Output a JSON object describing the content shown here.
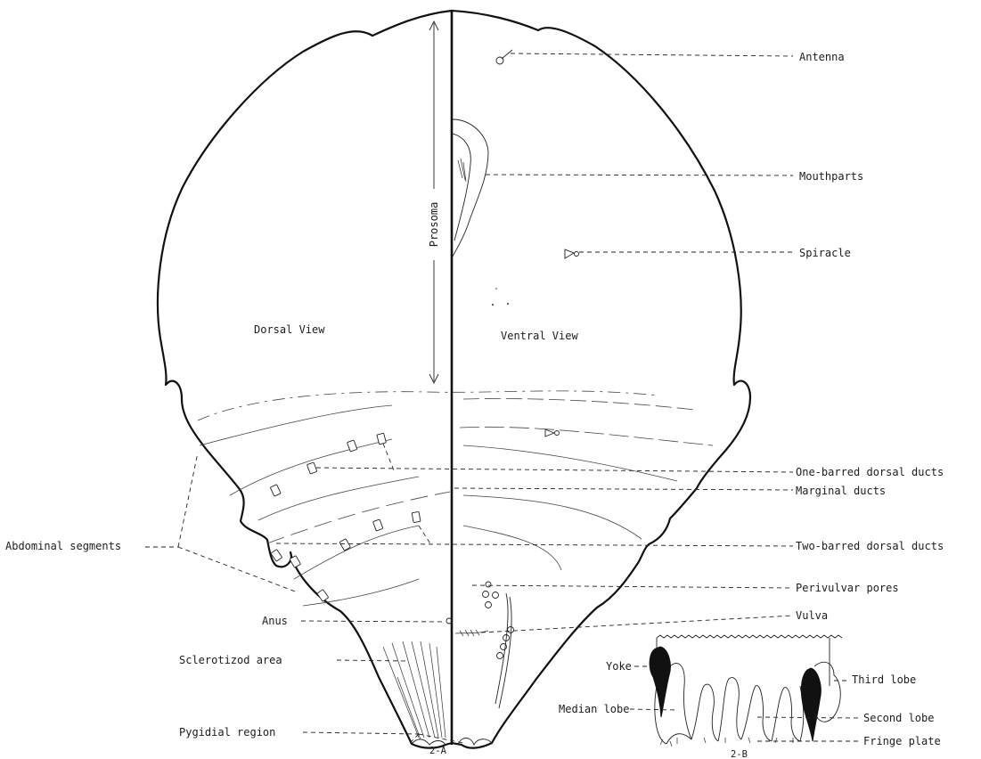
{
  "figure_2a": {
    "id": "2-A",
    "dorsal_view": "Dorsal View",
    "ventral_view": "Ventral View",
    "prosoma": "Prosoma",
    "labels": {
      "antenna": "Antenna",
      "mouthparts": "Mouthparts",
      "spiracle": "Spiracle",
      "one_barred": "One-barred dorsal ducts",
      "marginal": "Marginal ducts",
      "two_barred": "Two-barred dorsal ducts",
      "perivulvar": "Perivulvar pores",
      "vulva": "Vulva",
      "abdominal": "Abdominal segments",
      "anus": "Anus",
      "sclerotized": "Sclerotizod area",
      "pygidial": "Pygidial region"
    }
  },
  "figure_2b": {
    "id": "2-B",
    "labels": {
      "yoke": "Yoke",
      "median_lobe": "Median lobe",
      "third_lobe": "Third lobe",
      "second_lobe": "Second lobe",
      "fringe_plate": "Fringe plate"
    }
  }
}
